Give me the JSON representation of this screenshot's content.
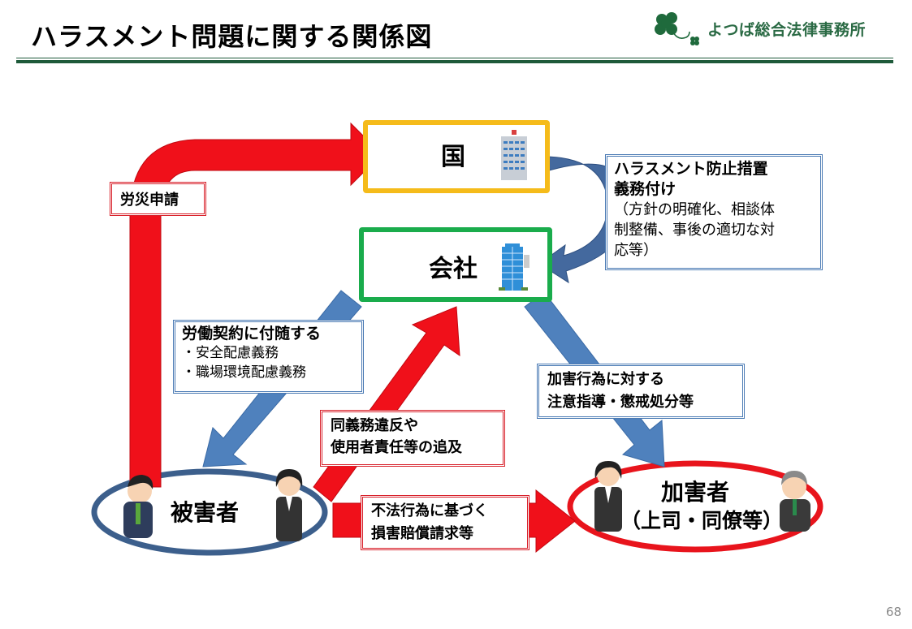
{
  "page": {
    "title": "ハラスメント問題に関する関係図",
    "firm_name": "よつば総合法律事務所",
    "page_number": "68"
  },
  "nodes": {
    "state": {
      "label": "国",
      "icon": "government-building-icon",
      "border_color": "#f5bb1a"
    },
    "company": {
      "label": "会社",
      "icon": "office-building-icon",
      "border_color": "#1aac4c"
    },
    "victim": {
      "label": "被害者",
      "icon": "distressed-workers-icon",
      "border_color": "#3c5f8c"
    },
    "perpetrator": {
      "label": "加害者",
      "sublabel": "（上司・同僚等）",
      "icon": "angry-coworkers-icon",
      "border_color": "#e8141c"
    }
  },
  "edges": {
    "rousai": {
      "label": "労災申請",
      "from": "victim",
      "to": "state",
      "color": "#f0101a"
    },
    "state_duty": {
      "title_lines": [
        "ハラスメント防止措置",
        "義務付け"
      ],
      "detail_lines": [
        "（方針の明確化、相談体",
        "制整備、事後の適切な対",
        "応等）"
      ],
      "from": "state",
      "to": "company",
      "color": "#4a72a8"
    },
    "labor_contract": {
      "title": "労働契約に付随する",
      "items": [
        "・安全配慮義務",
        "・職場環境配慮義務"
      ],
      "from": "company",
      "to": "victim",
      "color": "#4f81bd"
    },
    "liability": {
      "lines": [
        "同義務違反や",
        "使用者責任等の追及"
      ],
      "from": "victim",
      "to": "company",
      "color": "#f0101a"
    },
    "discipline": {
      "lines": [
        "加害行為に対する",
        "注意指導・懲戒処分等"
      ],
      "from": "company",
      "to": "perpetrator",
      "color": "#4f81bd"
    },
    "damages": {
      "lines": [
        "不法行為に基づく",
        "損害賠償請求等"
      ],
      "from": "victim",
      "to": "perpetrator",
      "color": "#f0101a"
    }
  }
}
